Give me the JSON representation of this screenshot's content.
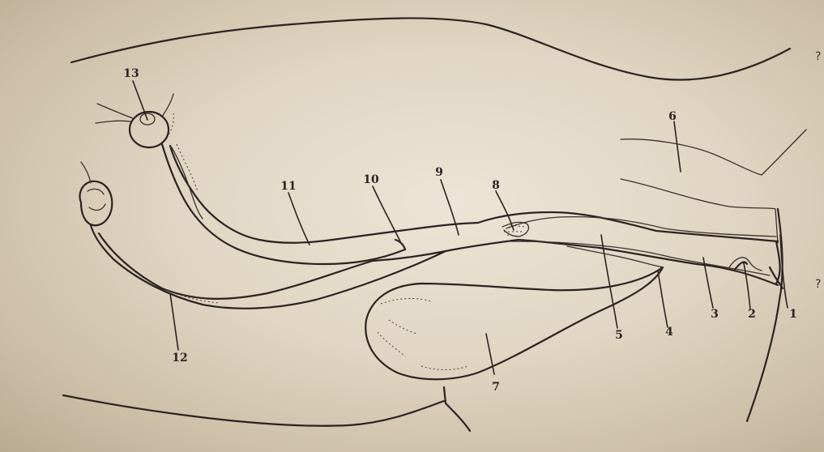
{
  "labels": {
    "l1": "1",
    "l2": "2",
    "l3": "3",
    "l4": "4",
    "l5": "5",
    "l6": "6",
    "l7": "7",
    "l8": "8",
    "l9": "9",
    "l10": "10",
    "l11": "11",
    "l12": "12",
    "l13": "13"
  },
  "edge_marks": {
    "top": "?",
    "middle": "?"
  }
}
